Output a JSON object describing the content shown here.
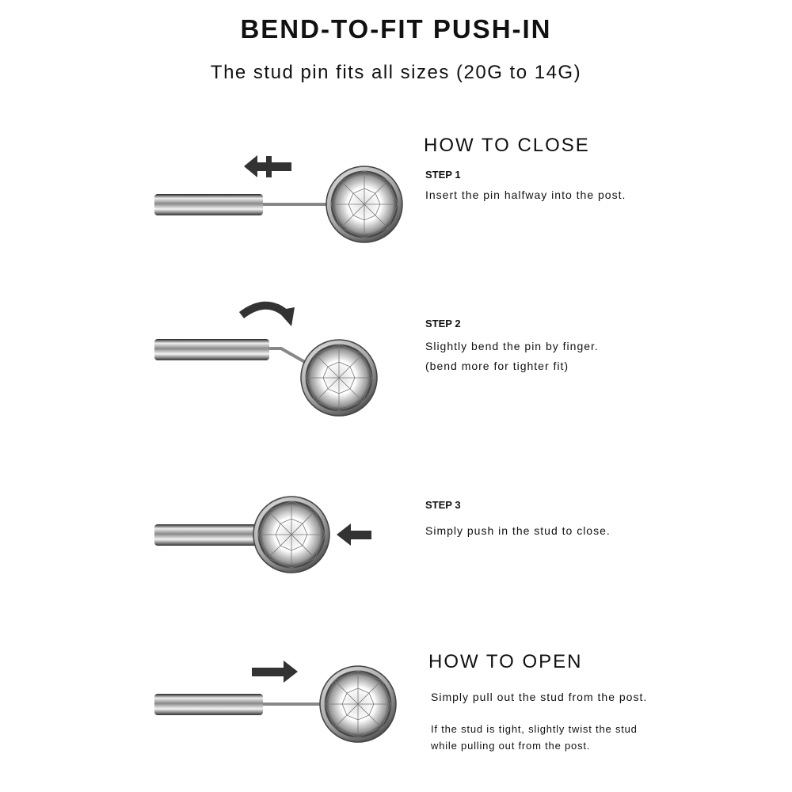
{
  "title": "BEND-TO-FIT PUSH-IN",
  "subtitle": "The stud pin fits all sizes (20G to 14G)",
  "close": {
    "heading": "HOW TO CLOSE",
    "steps": [
      {
        "label": "STEP 1",
        "lines": [
          "Insert the pin halfway into the post."
        ]
      },
      {
        "label": "STEP 2",
        "lines": [
          "Slightly bend the pin by finger.",
          "(bend more for tighter fit)"
        ]
      },
      {
        "label": "STEP 3",
        "lines": [
          "Simply push in the stud to close."
        ]
      }
    ]
  },
  "open": {
    "heading": "HOW TO OPEN",
    "lines": [
      "Simply pull out the stud from the post.",
      "If the stud is tight, slightly twist the stud",
      "while pulling out from the post."
    ]
  }
}
